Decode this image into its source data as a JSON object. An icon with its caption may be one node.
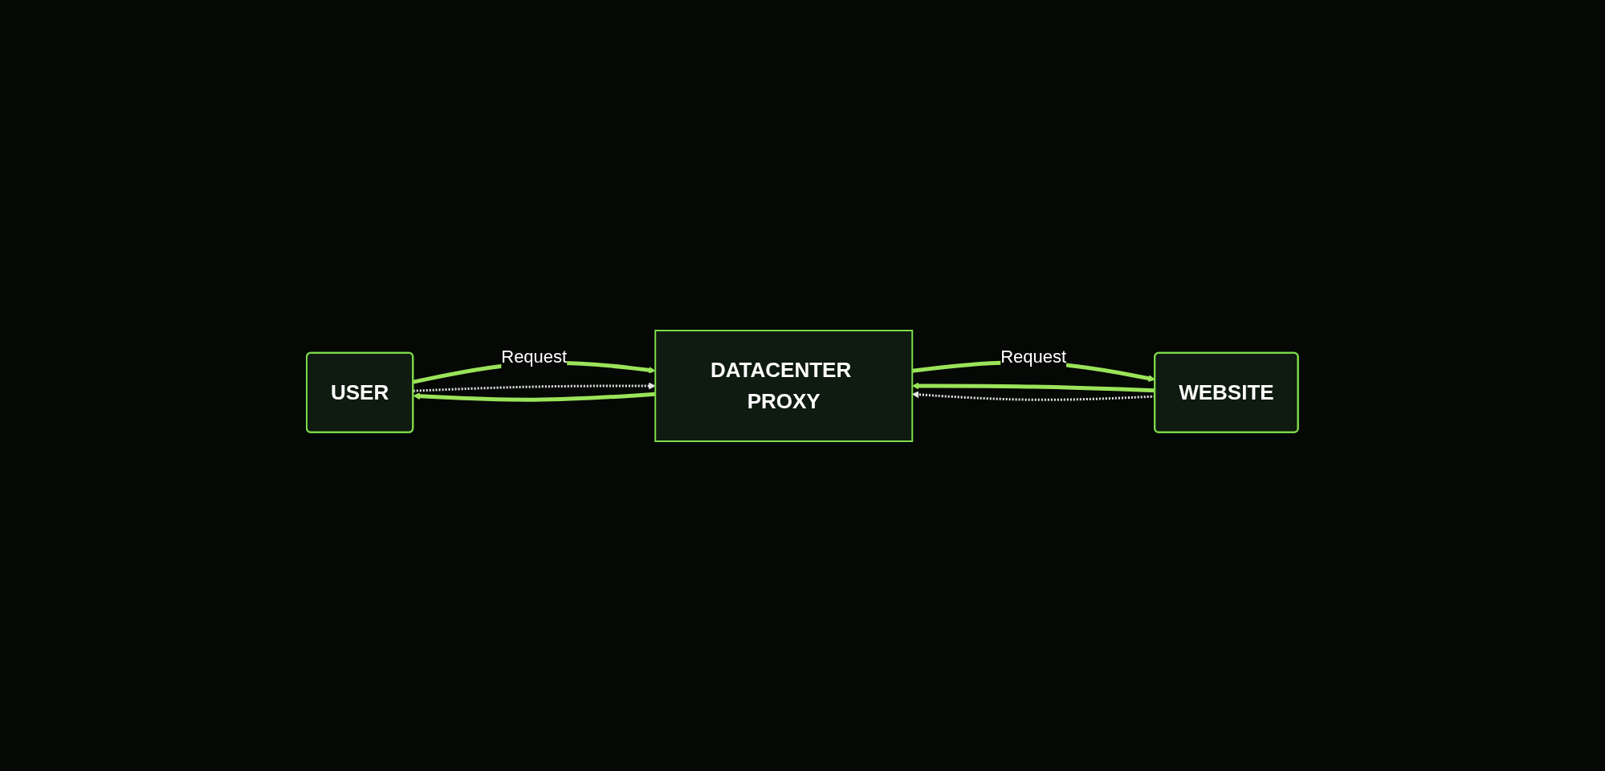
{
  "diagram": {
    "nodes": [
      {
        "text": [
          "USER"
        ]
      },
      {
        "text": [
          "DATACENTER PROXY"
        ]
      },
      {
        "text": [
          "WEBSITE"
        ]
      }
    ],
    "edges": [
      {
        "from": 0,
        "to": 1,
        "arrow": "to",
        "label": "Request"
      },
      {
        "from": 1,
        "to": 2,
        "arrow": "to",
        "label": "Request"
      },
      {
        "from": 2,
        "to": 1,
        "arrow": "to"
      },
      {
        "from": 1,
        "to": 0,
        "arrow": "to"
      },
      {
        "from": 0,
        "to": 1,
        "arrow": "to",
        "style": "dashed",
        "color": "#e8e8e8"
      },
      {
        "from": 2,
        "to": 1,
        "arrow": "to",
        "style": "dashed",
        "color": "#e8e8e8"
      }
    ]
  }
}
